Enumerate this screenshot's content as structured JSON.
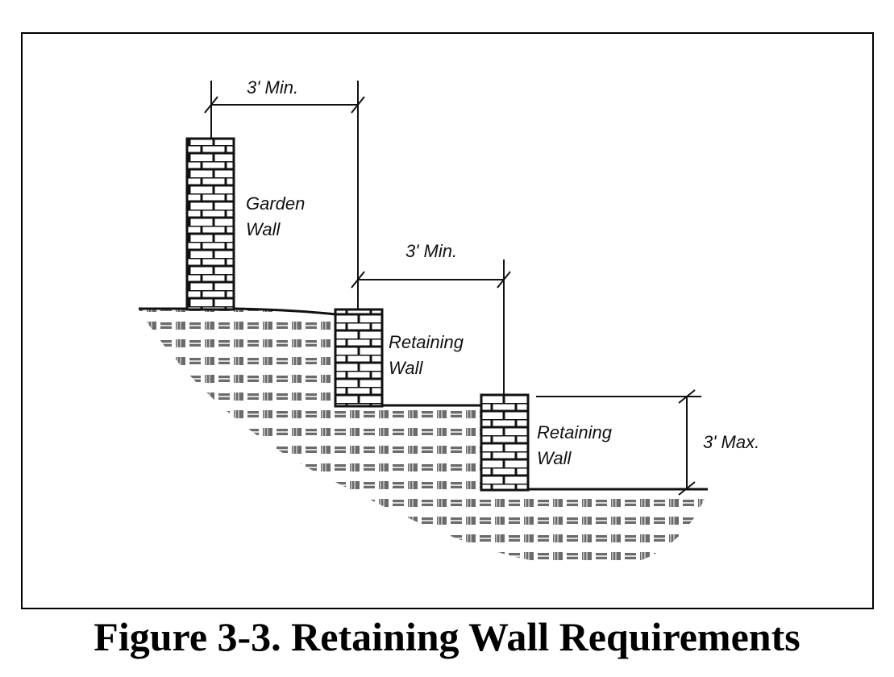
{
  "labels": {
    "top_dimension": "3' Min.",
    "mid_dimension": "3' Min.",
    "height_dimension": "3' Max.",
    "garden_wall_line1": "Garden",
    "garden_wall_line2": "Wall",
    "retaining_wall_1_line1": "Retaining",
    "retaining_wall_1_line2": "Wall",
    "retaining_wall_2_line1": "Retaining",
    "retaining_wall_2_line2": "Wall"
  },
  "caption": "Figure 3-3. Retaining Wall Requirements",
  "colors": {
    "ink": "#111111",
    "soil": "#6b6b6b"
  }
}
